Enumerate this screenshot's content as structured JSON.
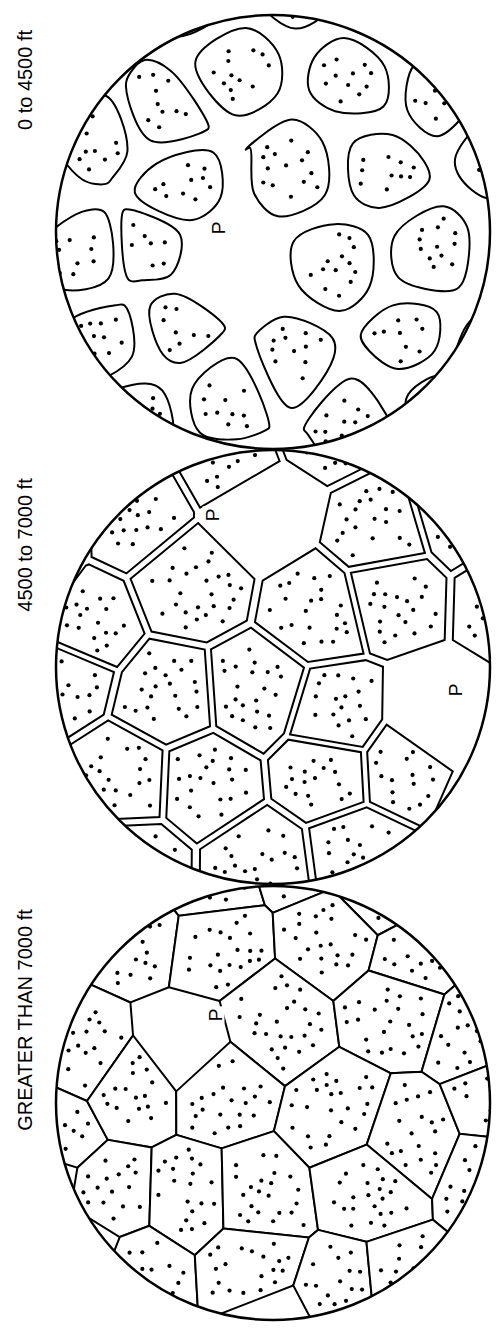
{
  "diagram": {
    "nodes": [
      {
        "text": [
          "0 to 4500 ft",
          "P"
        ]
      },
      {
        "text": [
          "4500 to 7000 ft",
          "P",
          "P"
        ]
      },
      {
        "text": [
          "GREATER THAN 7000 ft",
          "P"
        ]
      }
    ]
  }
}
